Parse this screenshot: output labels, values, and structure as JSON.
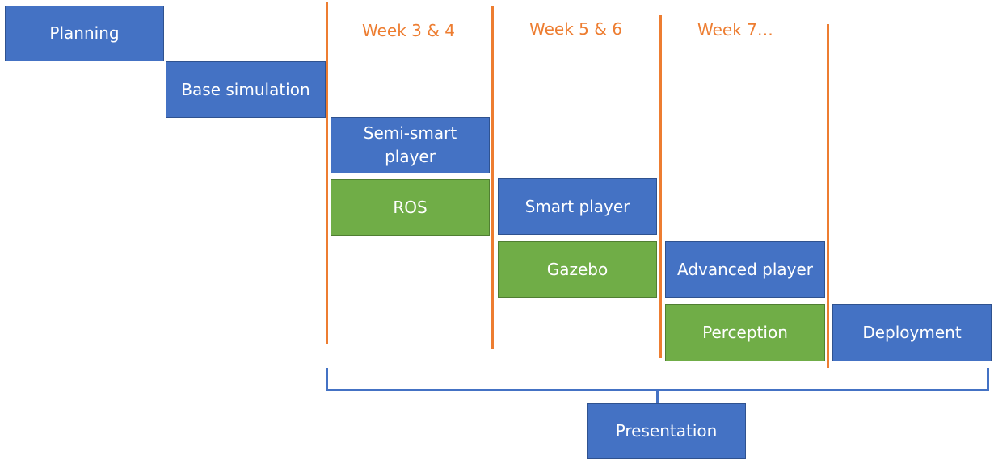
{
  "colors": {
    "task_blue": "#4472c4",
    "tool_green": "#70ad47",
    "week_divider_orange": "#ed7d31",
    "label_white": "#ffffff"
  },
  "weeks": {
    "w34": "Week 3 & 4",
    "w56": "Week 5 & 6",
    "w7": "Week 7…"
  },
  "tasks": {
    "planning": "Planning",
    "base_simulation": "Base simulation",
    "semi_smart_line1": "Semi-smart",
    "semi_smart_line2": "player",
    "ros": "ROS",
    "smart_player": "Smart player",
    "gazebo": "Gazebo",
    "advanced_player": "Advanced player",
    "perception": "Perception",
    "deployment": "Deployment",
    "presentation": "Presentation"
  }
}
